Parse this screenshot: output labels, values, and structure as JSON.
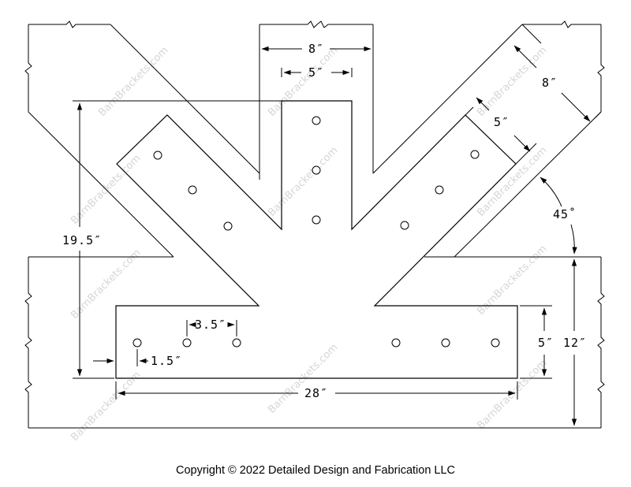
{
  "dimensions": {
    "post_width": "8″",
    "post_plate_width": "5″",
    "brace_width": "8″",
    "brace_plate_width": "5″",
    "brace_angle": "45˚",
    "plate_height": "19.5″",
    "hole_spacing": "3.5″",
    "edge_offset": "1.5″",
    "beam_plate_width": "5″",
    "beam_height": "12″",
    "plate_length": "28″"
  },
  "watermark": "BarnBrackets.com",
  "copyright": "Copyright © 2022 Detailed Design and Fabrication LLC"
}
